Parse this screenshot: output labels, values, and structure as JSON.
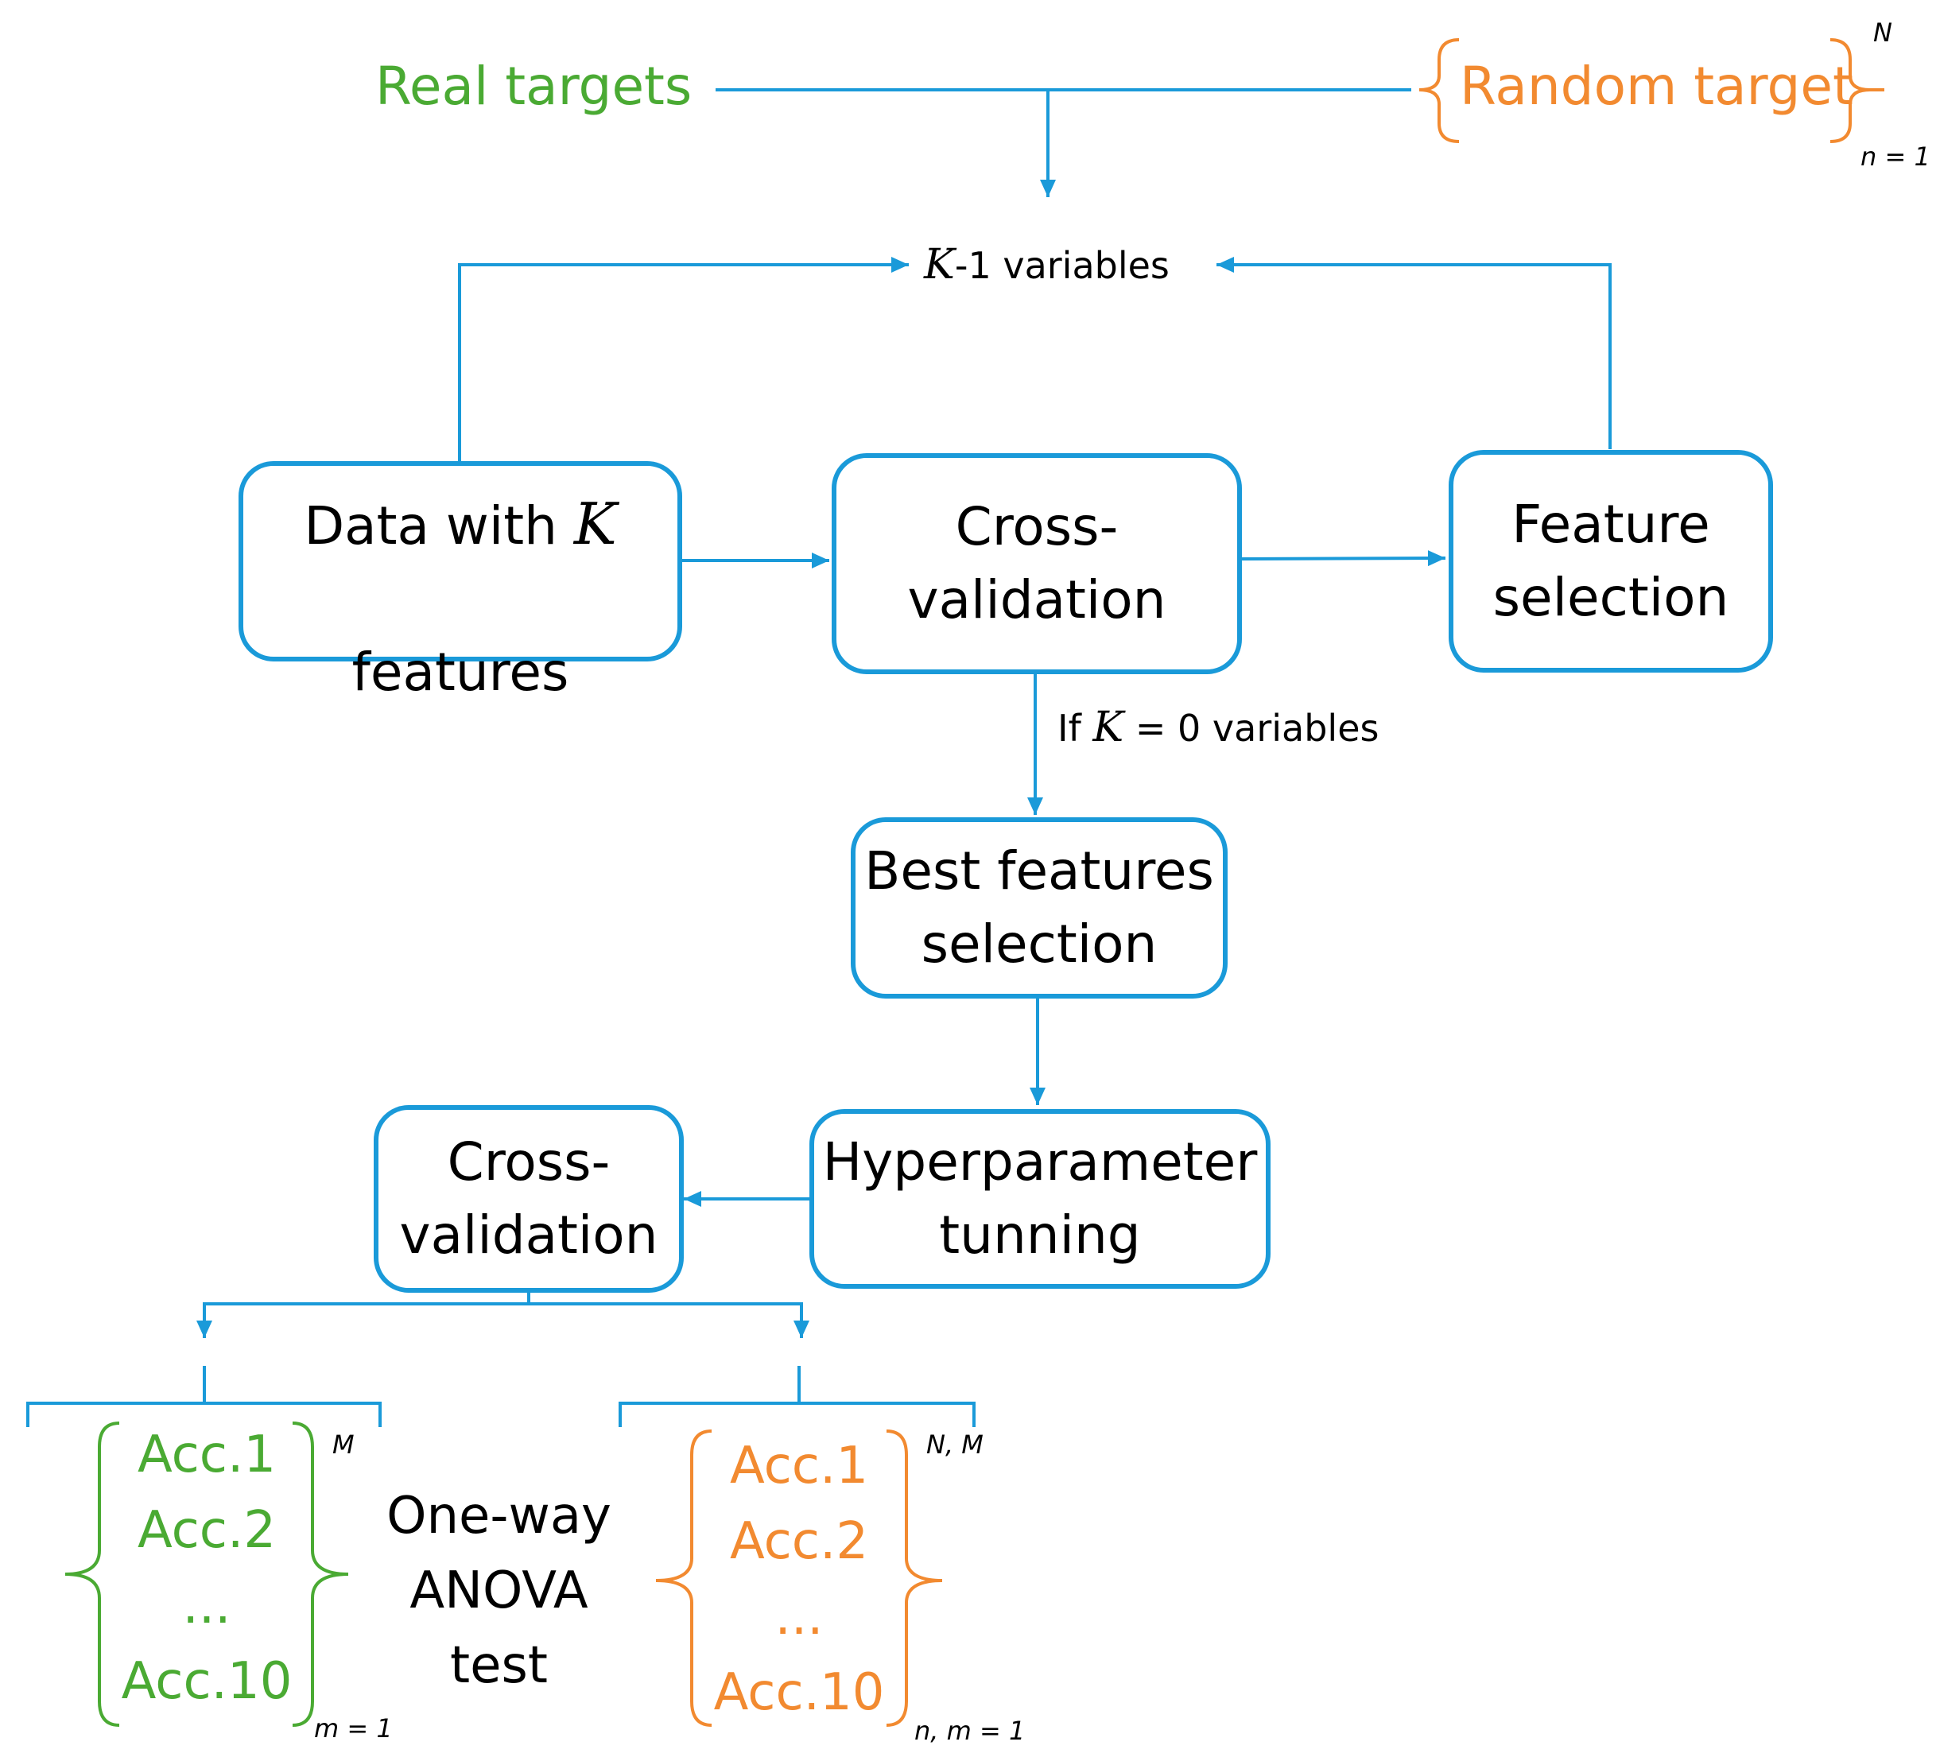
{
  "targets": {
    "real": "Real targets",
    "random": "Random target",
    "random_sup": "N",
    "random_sub": "n = 1"
  },
  "loop": {
    "k_var": "K",
    "k_minus_suffix": "-1 variables",
    "condition_prefix": "If ",
    "condition_var": "K",
    "condition_suffix": " = 0 variables"
  },
  "boxes": {
    "data_line1": "Data with ",
    "data_var": "K",
    "data_line2": "features",
    "cv1": "Cross-\nvalidation",
    "feature_selection": "Feature\nselection",
    "best_features": "Best features\nselection",
    "hyper": "Hyperparameter\ntunning",
    "cv2": "Cross-\nvalidation"
  },
  "results": {
    "real_items": [
      "Acc.1",
      "Acc.2",
      "...",
      "Acc.10"
    ],
    "real_sup": "M",
    "real_sub": "m = 1",
    "random_items": [
      "Acc.1",
      "Acc.2",
      "...",
      "Acc.10"
    ],
    "random_sup": "N, M",
    "random_sub": "n, m = 1",
    "test": "One-way\nANOVA\ntest"
  },
  "colors": {
    "arrow": "#1a9ad9",
    "real": "#4aaa33",
    "random": "#f28a30"
  }
}
